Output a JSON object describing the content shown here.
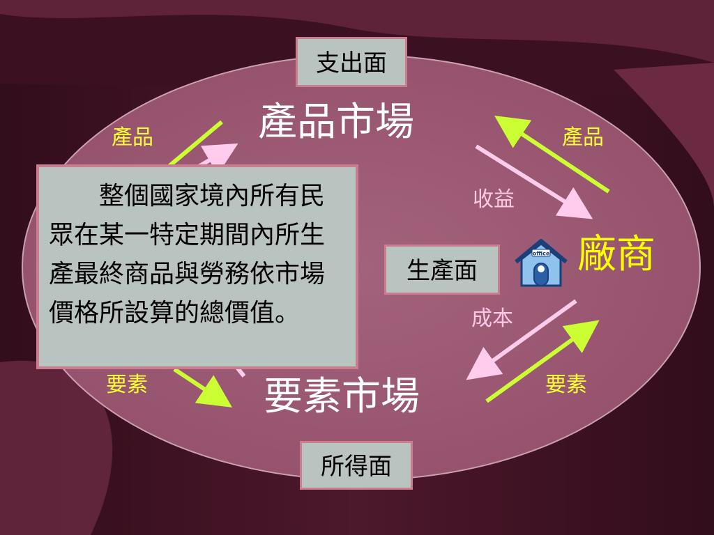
{
  "boxes": {
    "expenditure": "支出面",
    "production": "生產面",
    "income": "所得面"
  },
  "markets": {
    "product": "產品市場",
    "factor": "要素市場"
  },
  "firm": "廠商",
  "labels": {
    "product_left": "產品",
    "product_right": "產品",
    "revenue": "收益",
    "cost": "成本",
    "factor_left": "要素",
    "factor_right": "要素"
  },
  "definition": "整個國家境內所有民眾在某一特定期間內所生產最終商品與勞務依市場價格所設算的總價值。",
  "icons": {
    "firm_icon": "office-house-icon"
  },
  "colors": {
    "ellipse": "#9e5a75",
    "arrow_green": "#ccff33",
    "arrow_pink": "#ffccee",
    "box_fill": "#b9c3c0",
    "box_border": "#c97d8e",
    "firm_text": "#ffff00"
  }
}
